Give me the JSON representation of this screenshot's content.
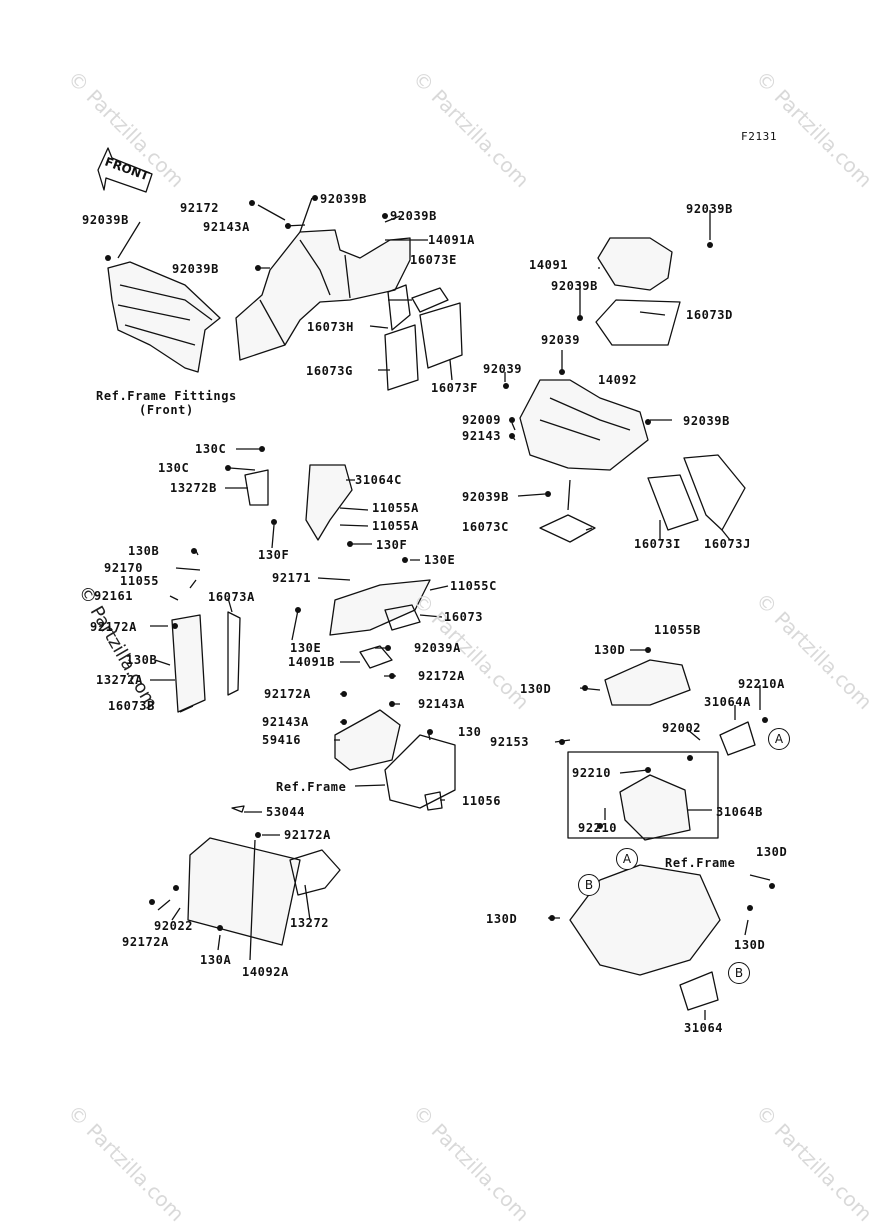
{
  "diagram_code": "F2131",
  "watermark": "© Partzilla.com",
  "front_label": "FRONT",
  "ref_frame_fittings": [
    "Ref.Frame Fittings",
    "(Front)"
  ],
  "ref_frame": "Ref.Frame",
  "circle_markers": [
    "A",
    "B"
  ],
  "labels": {
    "l_92039B_a": "92039B",
    "l_92172_a": "92172",
    "l_92039B_b": "92039B",
    "l_92143A_a": "92143A",
    "l_92039B_c": "92039B",
    "l_14091A": "14091A",
    "l_92039B_d": "92039B",
    "l_16073E": "16073E",
    "l_16073H": "16073H",
    "l_16073G": "16073G",
    "l_16073F": "16073F",
    "l_92039B_e": "92039B",
    "l_14091": "14091",
    "l_92039B_f": "92039B",
    "l_16073D": "16073D",
    "l_92039": "92039",
    "l_92039_b": "92039",
    "l_14092": "14092",
    "l_92009": "92009",
    "l_92143": "92143",
    "l_92039B_g": "92039B",
    "l_92039B_h": "92039B",
    "l_16073C": "16073C",
    "l_16073I": "16073I",
    "l_16073J": "16073J",
    "l_130C_a": "130C",
    "l_130C_b": "130C",
    "l_13272B": "13272B",
    "l_31064C": "31064C",
    "l_11055A_a": "11055A",
    "l_11055A_b": "11055A",
    "l_130F_a": "130F",
    "l_130F_b": "130F",
    "l_130E_a": "130E",
    "l_130B_a": "130B",
    "l_92170": "92170",
    "l_11055": "11055",
    "l_92161": "92161",
    "l_16073A": "16073A",
    "l_92172A_a": "92172A",
    "l_130B_b": "130B",
    "l_13272A": "13272A",
    "l_16073B": "16073B",
    "l_92171": "92171",
    "l_11055C": "11055C",
    "l_16073": "16073",
    "l_130E_b": "130E",
    "l_92039A": "92039A",
    "l_14091B": "14091B",
    "l_92172A_b": "92172A",
    "l_92172A_c": "92172A",
    "l_92143A_b": "92143A",
    "l_92143A_c": "92143A",
    "l_59416": "59416",
    "l_130": "130",
    "l_11056": "11056",
    "l_53044": "53044",
    "l_92172A_d": "92172A",
    "l_92022": "92022",
    "l_92172A_e": "92172A",
    "l_13272": "13272",
    "l_130A": "130A",
    "l_14092A": "14092A",
    "l_130D_a": "130D",
    "l_11055B": "11055B",
    "l_130D_b": "130D",
    "l_92210A": "92210A",
    "l_31064A": "31064A",
    "l_92002": "92002",
    "l_92153": "92153",
    "l_92210_a": "92210",
    "l_92210_b": "92210",
    "l_31064B": "31064B",
    "l_130D_c": "130D",
    "l_130D_d": "130D",
    "l_130D_e": "130D",
    "l_31064": "31064"
  }
}
